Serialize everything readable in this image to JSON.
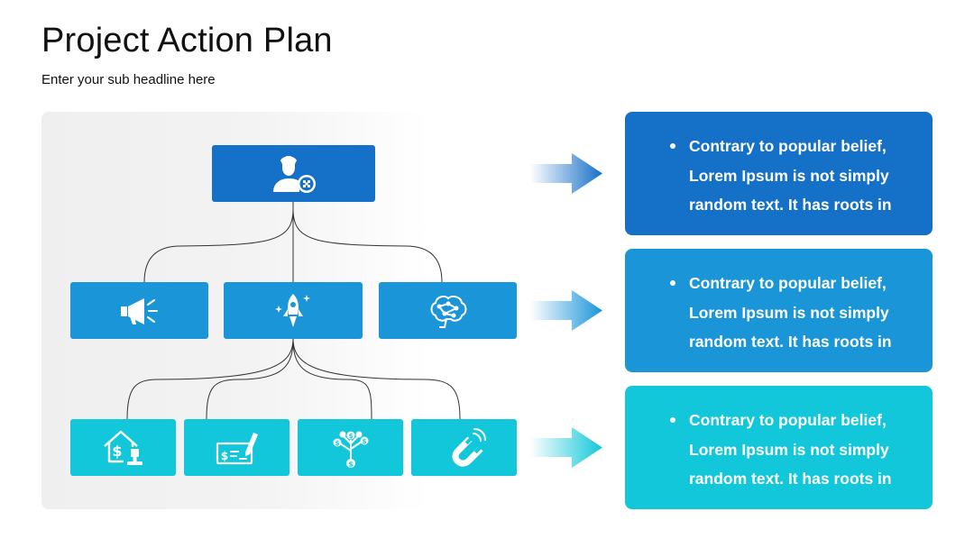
{
  "header": {
    "title": "Project Action Plan",
    "subtitle": "Enter your sub headline here"
  },
  "diagram": {
    "root": {
      "icon": "user-settings-icon"
    },
    "level2": [
      {
        "icon": "megaphone-icon"
      },
      {
        "icon": "rocket-icon"
      },
      {
        "icon": "brain-network-icon"
      }
    ],
    "level3": [
      {
        "icon": "house-dollar-icon"
      },
      {
        "icon": "check-signing-icon"
      },
      {
        "icon": "money-tree-icon"
      },
      {
        "icon": "magnet-icon"
      }
    ]
  },
  "cards": [
    {
      "text": "Contrary to popular belief, Lorem Ipsum is not simply random text. It has roots in",
      "color": "#1570c8"
    },
    {
      "text": "Contrary to popular belief, Lorem Ipsum is not simply random text. It has roots in",
      "color": "#1a95d8"
    },
    {
      "text": "Contrary to popular belief, Lorem Ipsum is not simply random text. It has roots in",
      "color": "#12c7d9"
    }
  ],
  "colors": {
    "level1": "#1570c8",
    "level2": "#1a95d8",
    "level3": "#12c7d9",
    "connector": "#333333"
  }
}
